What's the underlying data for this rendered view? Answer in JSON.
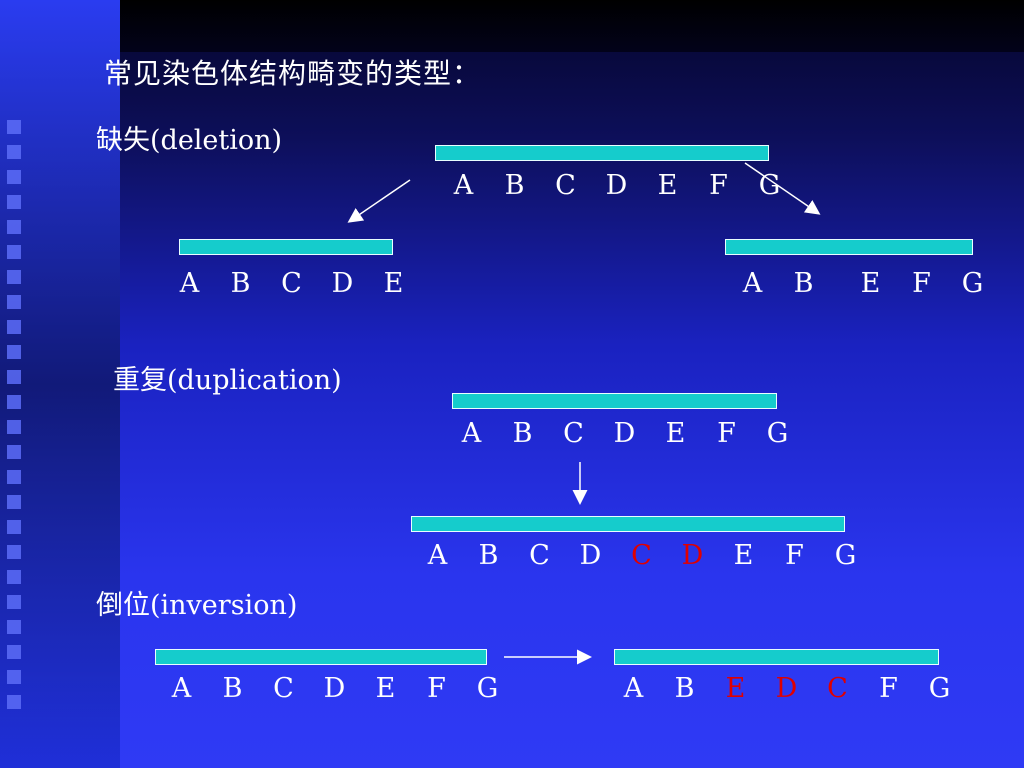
{
  "heading": "常见染色体结构畸变的类型：",
  "deletion": {
    "title": "缺失(deletion)",
    "original": [
      "A",
      "B",
      "C",
      "D",
      "E",
      "F",
      "G"
    ],
    "left_result": [
      "A",
      "B",
      "C",
      "D",
      "E"
    ],
    "right_result_part1": [
      "A",
      "B"
    ],
    "right_result_part2": [
      "E",
      "F",
      "G"
    ]
  },
  "duplication": {
    "title": "重复(duplication)",
    "original": [
      "A",
      "B",
      "C",
      "D",
      "E",
      "F",
      "G"
    ],
    "result": [
      "A",
      "B",
      "C",
      "D",
      "C",
      "D",
      "E",
      "F",
      "G"
    ],
    "highlight_indices": [
      4,
      5
    ]
  },
  "inversion": {
    "title": "倒位(inversion)",
    "original": [
      "A",
      "B",
      "C",
      "D",
      "E",
      "F",
      "G"
    ],
    "result": [
      "A",
      "B",
      "E",
      "D",
      "C",
      "F",
      "G"
    ],
    "highlight_indices": [
      2,
      3,
      4
    ]
  },
  "colors": {
    "bar": "#15cccc",
    "highlight": "#e00000",
    "text": "#ffffff"
  }
}
